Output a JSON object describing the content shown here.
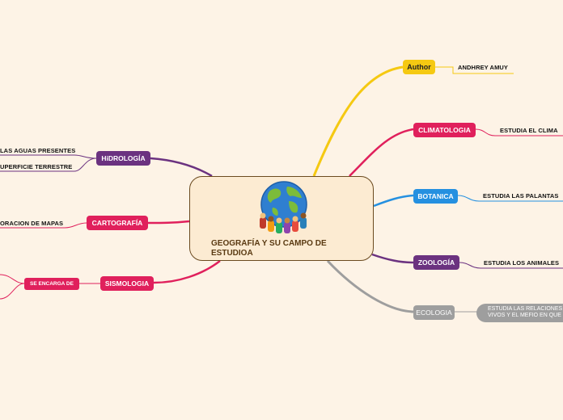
{
  "central": {
    "title": "GEOGRAFÍA Y SU CAMPO DE ESTUDIOA"
  },
  "right": {
    "author": {
      "label": "Author",
      "detail": "ANDHREY AMUY"
    },
    "climatologia": {
      "label": "CLIMATOLOGIA",
      "detail": "ESTUDIA EL CLIMA"
    },
    "botanica": {
      "label": "BOTANICA",
      "detail": "ESTUDIA LAS PALANTAS"
    },
    "zoologia": {
      "label": "ZOOLOGÍA",
      "detail": "ESTUDIA LOS ANIMALES"
    },
    "ecologia": {
      "label": "ECOLOGIA",
      "detail_line1": "ESTUDIA LAS RELACIONES",
      "detail_line2": "VIVOS Y EL MEFIO EN QUE"
    }
  },
  "left": {
    "hidrologia": {
      "label": "HiDROLOGÍA",
      "detail1": "LAS AGUAS PRESENTES",
      "detail2": "UPERFICIE TERRESTRE"
    },
    "cartografia": {
      "label": "CARTOGRAFÍA",
      "detail": "ORACION DE MAPAS"
    },
    "sismologia": {
      "label": "SISMOLOGIA",
      "sub": "SE ENCARGA DE"
    }
  },
  "colors": {
    "author": "#f5c912",
    "climatologia": "#e0205c",
    "botanica": "#2590e0",
    "zoologia": "#6b3280",
    "ecologia": "#9e9e9e",
    "hidrologia": "#6b3280",
    "cartografia": "#e0205c",
    "sismologia": "#e0205c",
    "background": "#fdf3e6",
    "central_border": "#6b4a1f"
  }
}
